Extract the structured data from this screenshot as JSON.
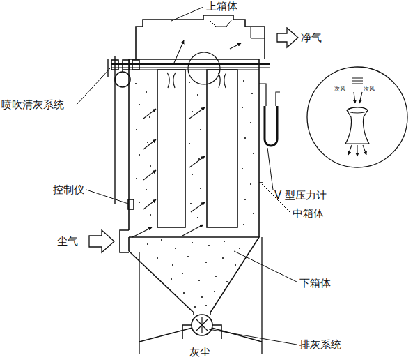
{
  "diagram": {
    "labels": [
      "上箱体",
      "净气",
      "喷吹清灰系统",
      "次风",
      "次风",
      "控制仪",
      "V 型压力计",
      "中箱体",
      "尘气",
      "下箱体",
      "排灰系统",
      "灰尘"
    ]
  }
}
